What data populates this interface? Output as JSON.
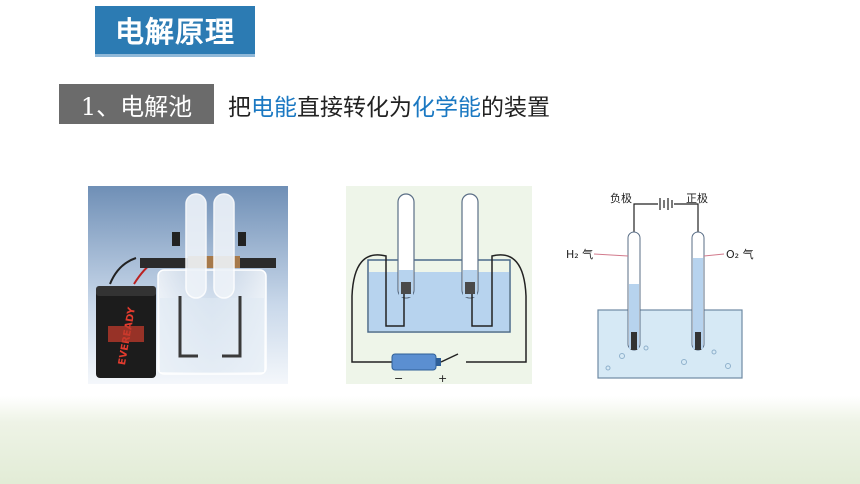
{
  "section": {
    "title": "电解原理"
  },
  "item": {
    "label": "1、电解池",
    "definition": {
      "part1": "把",
      "highlight1": "电能",
      "part2": "直接转化为",
      "highlight2": "化学能",
      "part3": "的装置"
    }
  },
  "photo": {
    "battery_brand": "EVEREADY"
  },
  "diagram1": {
    "battery_minus": "−",
    "battery_plus": "+"
  },
  "diagram2": {
    "negative_label": "负极",
    "positive_label": "正极",
    "h2_gas_label": "H₂ 气",
    "o2_gas_label": "O₂ 气"
  },
  "colors": {
    "title_bg": "#2c7bb3",
    "label_bg": "#6b6b6b",
    "highlight": "#1a78c2",
    "solution": "#b7d3ee"
  }
}
